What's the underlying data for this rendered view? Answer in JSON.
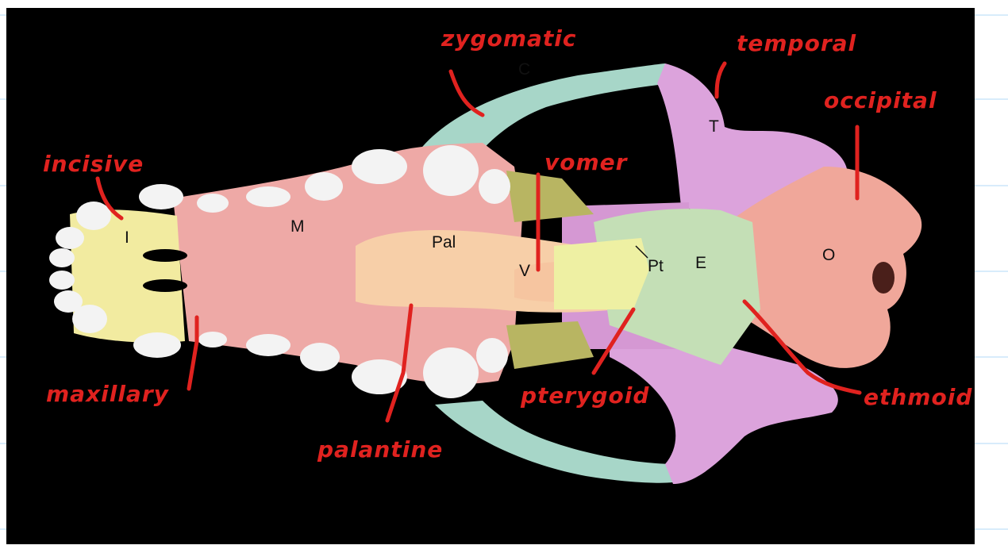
{
  "bone_labels": {
    "incisive_letter": "I",
    "maxilla_letter": "M",
    "palatine_letter": "Pal",
    "vomer_letter": "V",
    "pterygoid_letter": "Pt",
    "ethmoid_letter": "E",
    "occipital_letter": "O",
    "zygomatic_letter": "C",
    "temporal_letter": "T"
  },
  "handwritten_labels": {
    "zygomatic": "zygomatic",
    "temporal": "temporal",
    "occipital": "occipital",
    "incisive": "incisive",
    "vomer": "vomer",
    "maxilla": "maxillary",
    "palatine": "palantine",
    "pterygoid": "pterygoid",
    "ethmoid": "ethmoid"
  },
  "colors": {
    "background": "#000000",
    "incisive": "#f2eba0",
    "maxilla": "#eea9a6",
    "palatine": "#f7cfa8",
    "vomer": "#f6c5a0",
    "pterygoid": "#eef0a3",
    "sphenoid_green": "#c4dfb6",
    "zygomatic": "#a7d6c8",
    "temporal": "#dca3dc",
    "occipital": "#f0a79a",
    "teeth": "#f3f3f3",
    "annotation_red": "#e0221f"
  }
}
